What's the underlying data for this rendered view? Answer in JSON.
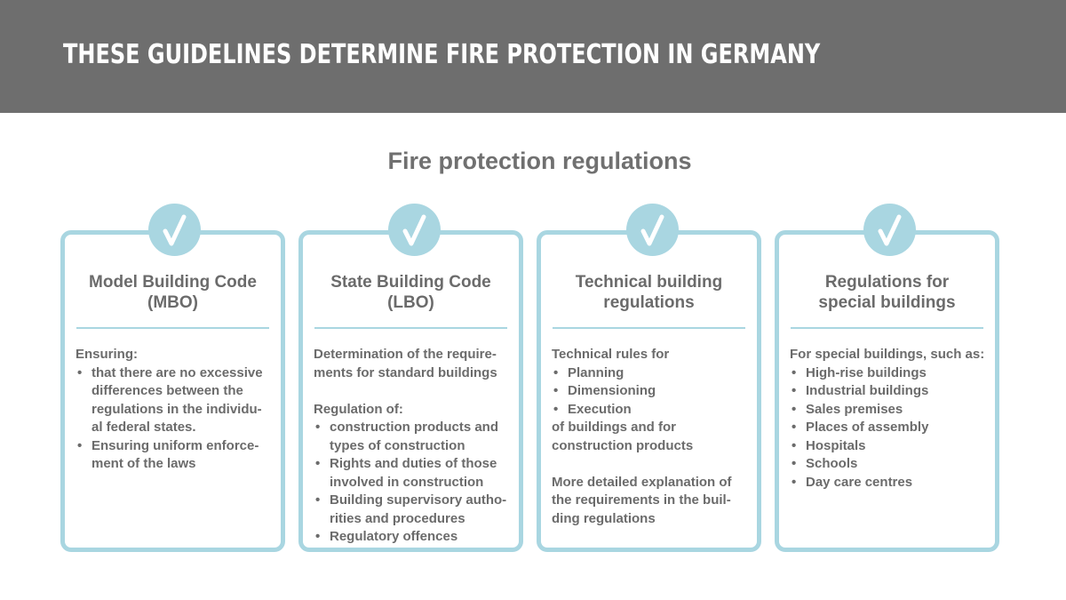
{
  "header": {
    "title": "THESE GUIDELINES DETERMINE FIRE PROTECTION IN GERMANY"
  },
  "subtitle": "Fire protection regulations",
  "cards": [
    {
      "title_line1": "Model Building Code",
      "title_line2": "(MBO)",
      "icon": "check-icon",
      "intro": "Ensuring:",
      "bullets": [
        [
          "that there are no excessive",
          "differences between the",
          "regulations in the individu-",
          "al federal states."
        ],
        [
          "Ensuring uniform enforce-",
          "ment of the laws"
        ]
      ]
    },
    {
      "title_line1": "State Building Code",
      "title_line2": "(LBO)",
      "icon": "check-icon",
      "intro_lines": [
        "Determination of the require-",
        "ments for standard buildings"
      ],
      "section_label": "Regulation of:",
      "bullets": [
        [
          "construction products and",
          "types of construction"
        ],
        [
          "Rights and duties of those",
          "involved in construction"
        ],
        [
          "Building supervisory autho-",
          "rities and procedures"
        ],
        [
          "Regulatory offences"
        ]
      ]
    },
    {
      "title_line1": "Technical building",
      "title_line2": "regulations",
      "icon": "check-icon",
      "intro": "Technical rules for",
      "bullets": [
        [
          "Planning"
        ],
        [
          "Dimensioning"
        ],
        [
          "Execution"
        ]
      ],
      "after_lines": [
        "of buildings and for",
        "construction products"
      ],
      "closing_lines": [
        "More detailed explanation of",
        "the requirements in the buil-",
        "ding regulations"
      ]
    },
    {
      "title_line1": "Regulations for",
      "title_line2": "special buildings",
      "icon": "check-icon",
      "intro": "For special buildings, such as:",
      "bullets": [
        [
          "High-rise buildings"
        ],
        [
          "Industrial buildings"
        ],
        [
          "Sales premises"
        ],
        [
          "Places of assembly"
        ],
        [
          "Hospitals"
        ],
        [
          "Schools"
        ],
        [
          "Day care centres"
        ]
      ]
    }
  ],
  "colors": {
    "banner": "#6e6e6e",
    "accent": "#a9d6e1",
    "text": "#6b6b6b"
  }
}
